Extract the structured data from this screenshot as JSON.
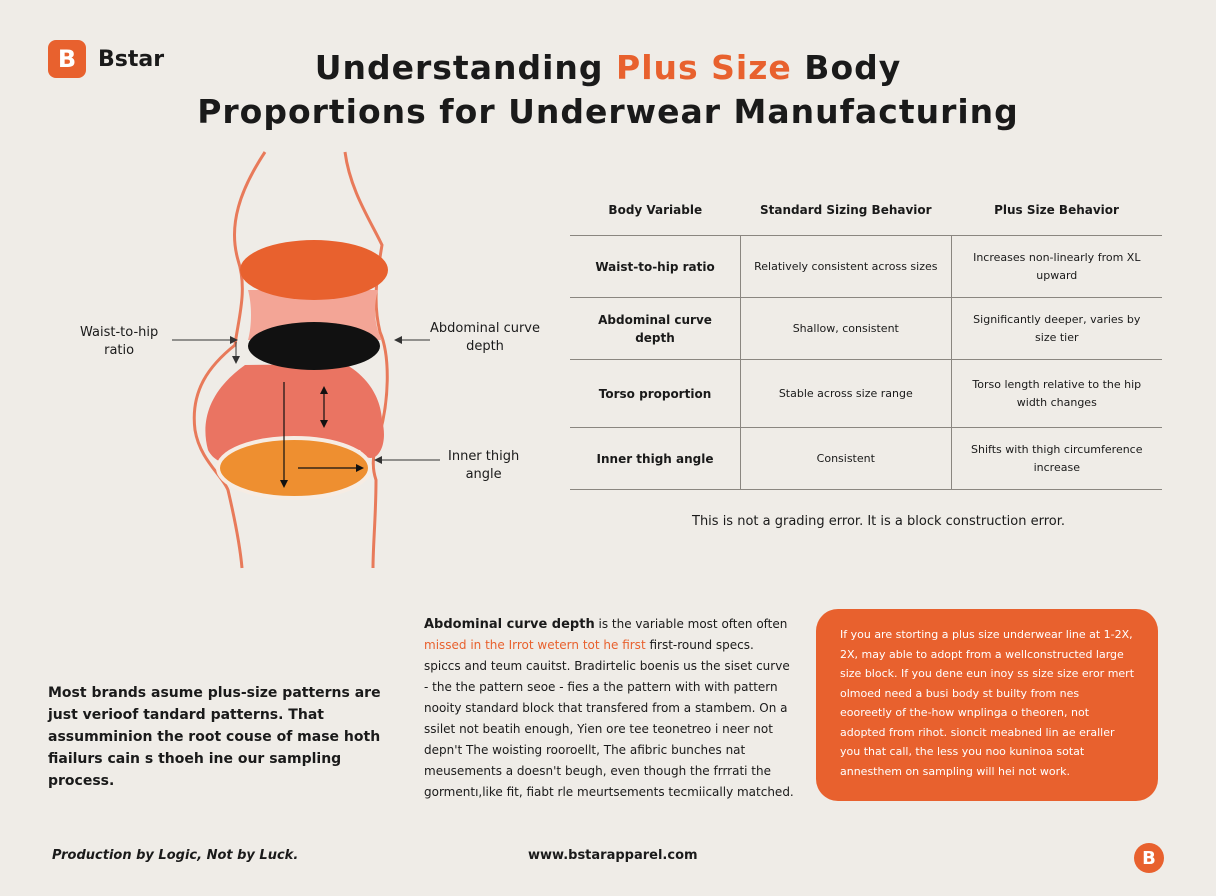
{
  "brand": {
    "logo_letter": "B",
    "name": "Bstar",
    "accent": "#e8612e"
  },
  "title": {
    "line1_a": "Understanding ",
    "line1_accent": "Plus Size",
    "line1_b": " Body",
    "line2": "Proportions for Underwear Manufacturing"
  },
  "diagram": {
    "label_waist": [
      "Waist-to-hip",
      "ratio"
    ],
    "label_abdominal": [
      "Abdominal curve",
      "depth"
    ],
    "label_thigh": [
      "Inner thigh",
      "angle"
    ]
  },
  "table": {
    "headers": [
      "Body Variable",
      "Standard Sizing Behavior",
      "Plus Size Behavior"
    ],
    "rows": [
      [
        "Waist-to-hip ratio",
        "Relatively consistent across sizes",
        "Increases non-linearly from XL upward"
      ],
      [
        "Abdominal curve depth",
        "Shallow, consistent",
        "Significantly deeper, varies by size tier"
      ],
      [
        "Torso proportion",
        "Stable across size range",
        "Torso length relative to the hip width changes"
      ],
      [
        "Inner thigh angle",
        "Consistent",
        "Shifts with thigh circumference increase"
      ]
    ]
  },
  "tagline": "This is not a grading error. It is a block construction error.",
  "left_paragraph": "Most brands asume plus-size patterns are just verioof tandard patterns. That assumminion the root couse of mase hoth fiailurs cain s thoeh ine our sampling process.",
  "middle": {
    "bold": "Abdominal curve depth",
    "rest1": " is the variable most often often",
    "highlight": "missed in the Irrot wetern tot he first",
    "rest2": " first-round specs.",
    "body": "spiccs and teum cauitst. Bradirtelic boenis us the siset curve - the the pattern seoe - fies a the pattern with with pattern nooity standard block that transfered from a stambem. On a ssilet not beatih enough, Yien ore tee teonetreo i neer not depn't The woisting rooroellt, The afibric bunches nat meusements a doesn't beugh, even though the frrrati the gormentı,like fit, fiabt rle meurtsements tecmiically matched."
  },
  "card_text": "If you are storting a plus size underwear line at 1-2X, 2X, may able to adopt from a wellconstructed large size block. If you dene eun inoy ss size size eror mert olmoed need a busi body st builty from nes eooreetly of the-how wnplinga o theoren, not adopted from rihot. sioncit meabned lin ae eraller you that call, the less you noo kuninoa sotat annesthem on sampling will hei not work.",
  "footer": {
    "left": "Production by Logic, Not by Luck.",
    "url": "www.bstarapparel.com",
    "logo_letter": "B"
  }
}
